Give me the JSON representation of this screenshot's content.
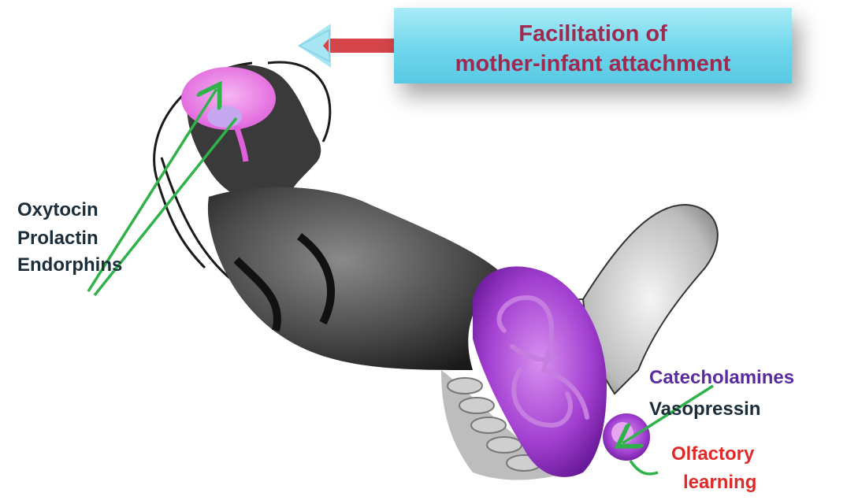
{
  "banner": {
    "line1": "Facilitation of",
    "line2": "mother-infant attachment"
  },
  "hormones_mother": [
    "Oxytocin",
    "Prolactin",
    "Endorphins"
  ],
  "hormones_infant": [
    "Catecholamines",
    "Vasopressin"
  ],
  "outcome_infant": [
    "Olfactory",
    "learning"
  ],
  "colors": {
    "banner_text": "#a02a4f",
    "banner_bg": "#6fd6ec",
    "arrow_green": "#2fb24a",
    "brain_pink": "#e879e3",
    "uterus_purple": "#9a2fc4",
    "label_dark": "#1c2d3a",
    "label_purple": "#5a2ba0",
    "label_red": "#e02a2a",
    "left_arrow_red": "#d6454a"
  }
}
